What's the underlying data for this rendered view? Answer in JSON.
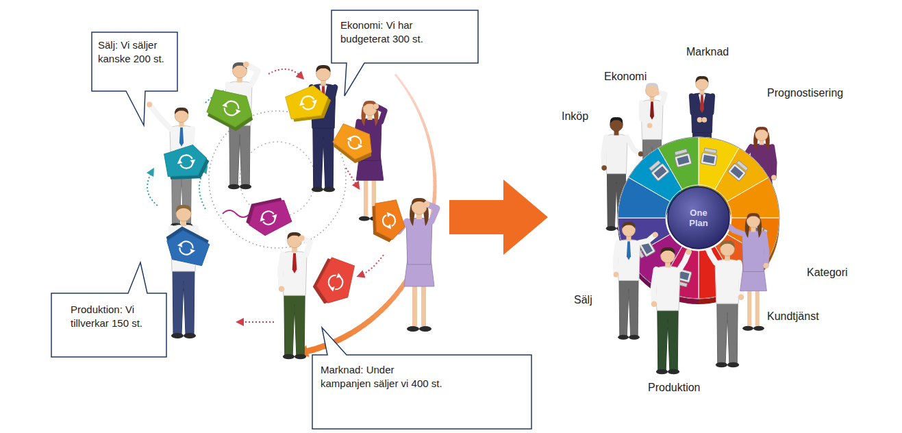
{
  "diagram": {
    "nodes": [
      {
        "text": [
          "Sälj: Vi säljer kanske 200 st."
        ]
      },
      {
        "text": [
          "Ekonomi: Vi har budgeterat 300 st."
        ]
      },
      {
        "text": [
          "Produktion: Vi tillverkar 150 st."
        ]
      },
      {
        "text": [
          "Marknad: Under kampanjen säljer vi 400 st."
        ]
      },
      {
        "text": [
          "One Plan"
        ]
      }
    ],
    "labels": [
      "Marknad",
      "Ekonomi",
      "Prognostisering",
      "Inköp",
      "Kategori",
      "Sälj",
      "Kundtjänst",
      "Produktion"
    ]
  }
}
